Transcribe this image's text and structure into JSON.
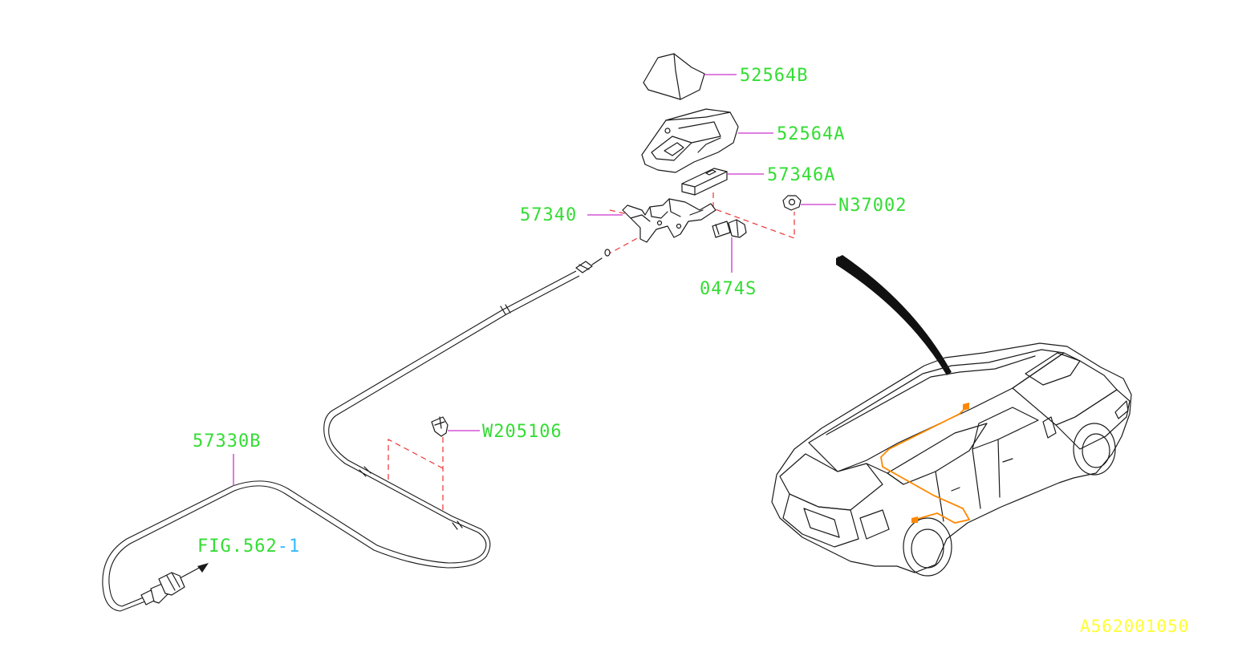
{
  "diagram": {
    "document_id": "A562001050",
    "parts": [
      {
        "id": "52564B",
        "label": "52564B"
      },
      {
        "id": "52564A",
        "label": "52564A"
      },
      {
        "id": "57346A",
        "label": "57346A"
      },
      {
        "id": "N37002",
        "label": "N37002"
      },
      {
        "id": "57340",
        "label": "57340"
      },
      {
        "id": "0474S",
        "label": "0474S"
      },
      {
        "id": "W205106",
        "label": "W205106"
      },
      {
        "id": "57330B",
        "label": "57330B"
      }
    ],
    "figure_ref": {
      "prefix": "FIG.562",
      "suffix": "-1"
    },
    "colors": {
      "label": "#33dd33",
      "leader": "#cc33cc",
      "dashed_connector": "#ee3333",
      "cable_route": "#ff8800",
      "figure_ref_number": "#33bbff",
      "document_id": "#ffff33"
    }
  }
}
